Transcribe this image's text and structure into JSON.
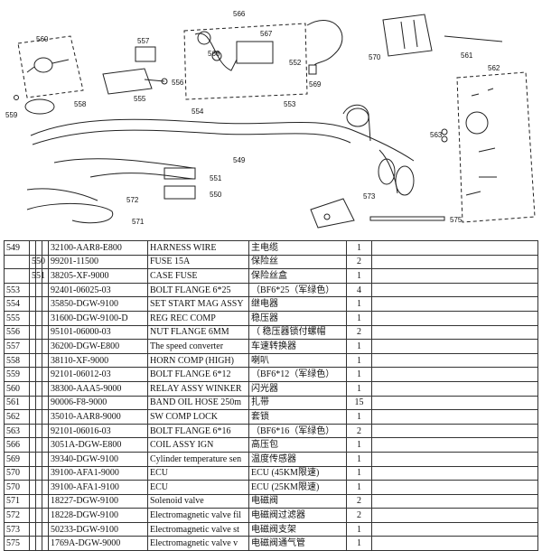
{
  "diagram": {
    "callouts": [
      "560",
      "557",
      "566",
      "567",
      "568",
      "569",
      "570",
      "571",
      "572",
      "573",
      "575",
      "562",
      "563",
      "561",
      "549",
      "550",
      "551",
      "552",
      "553",
      "554",
      "555",
      "556",
      "558",
      "559"
    ]
  },
  "table": {
    "rows": [
      {
        "no": "549",
        "sub": "",
        "part": "32100-AAR8-E800",
        "desc": "HARNESS WIRE",
        "cn": "主电缆",
        "qty": "1"
      },
      {
        "no": "",
        "sub": "550",
        "part": "99201-11500",
        "desc": "FUSE  15A",
        "cn": "保险丝",
        "qty": "2"
      },
      {
        "no": "",
        "sub": "551",
        "part": "38205-XF-9000",
        "desc": "CASE FUSE",
        "cn": "保险丝盒",
        "qty": "1"
      },
      {
        "no": "553",
        "sub": "",
        "part": "92401-06025-03",
        "desc": "BOLT FLANGE 6*25",
        "cn": "（BF6*25（军绿色）",
        "qty": "4"
      },
      {
        "no": "554",
        "sub": "",
        "part": "35850-DGW-9100",
        "desc": "SET START MAG ASSY",
        "cn": "继电器",
        "qty": "1"
      },
      {
        "no": "555",
        "sub": "",
        "part": "31600-DGW-9100-D",
        "desc": "REG REC COMP",
        "cn": "稳压器",
        "qty": "1"
      },
      {
        "no": "556",
        "sub": "",
        "part": "95101-06000-03",
        "desc": "NUT FLANGE 6MM",
        "cn": "（  稳压器锁付螺帽",
        "qty": "2"
      },
      {
        "no": "557",
        "sub": "",
        "part": "36200-DGW-E800",
        "desc": "The speed converter",
        "cn": "车速转换器",
        "qty": "1"
      },
      {
        "no": "558",
        "sub": "",
        "part": "38110-XF-9000",
        "desc": "HORN COMP (HIGH)",
        "cn": "喇叭",
        "qty": "1"
      },
      {
        "no": "559",
        "sub": "",
        "part": "92101-06012-03",
        "desc": "BOLT FLANGE 6*12",
        "cn": "（BF6*12（军绿色）",
        "qty": "1"
      },
      {
        "no": "560",
        "sub": "",
        "part": "38300-AAA5-9000",
        "desc": "RELAY ASSY WINKER",
        "cn": "闪光器",
        "qty": "1"
      },
      {
        "no": "561",
        "sub": "",
        "part": "90006-F8-9000",
        "desc": "BAND OIL HOSE 250m",
        "cn": "扎带",
        "qty": "15"
      },
      {
        "no": "562",
        "sub": "",
        "part": "35010-AAR8-9000",
        "desc": "SW COMP LOCK",
        "cn": "套锁",
        "qty": "1"
      },
      {
        "no": "563",
        "sub": "",
        "part": "92101-06016-03",
        "desc": "BOLT FLANGE 6*16",
        "cn": "（BF6*16（军绿色）",
        "qty": "2"
      },
      {
        "no": "566",
        "sub": "",
        "part": "3051A-DGW-E800",
        "desc": "COIL ASSY IGN",
        "cn": "高压包",
        "qty": "1"
      },
      {
        "no": "569",
        "sub": "",
        "part": "39340-DGW-9100",
        "desc": "Cylinder temperature sen",
        "cn": "温度传感器",
        "qty": "1"
      },
      {
        "no": "570",
        "sub": "",
        "part": "39100-AFA1-9000",
        "desc": "ECU",
        "cn": "ECU (45KM限速)",
        "qty": "1"
      },
      {
        "no": "570",
        "sub": "",
        "part": "39100-AFA1-9100",
        "desc": "ECU",
        "cn": "ECU (25KM限速)",
        "qty": "1"
      },
      {
        "no": "571",
        "sub": "",
        "part": "18227-DGW-9100",
        "desc": "Solenoid valve",
        "cn": "电磁阀",
        "qty": "2"
      },
      {
        "no": "572",
        "sub": "",
        "part": "18228-DGW-9100",
        "desc": "Electromagnetic valve fil",
        "cn": "电磁阀过滤器",
        "qty": "2"
      },
      {
        "no": "573",
        "sub": "",
        "part": "50233-DGW-9100",
        "desc": "Electromagnetic valve st",
        "cn": "电磁阀支架",
        "qty": "1"
      },
      {
        "no": "575",
        "sub": "",
        "part": "1769A-DGW-9000",
        "desc": "Electromagnetic valve v",
        "cn": "电磁阀通气管",
        "qty": "1"
      }
    ]
  }
}
